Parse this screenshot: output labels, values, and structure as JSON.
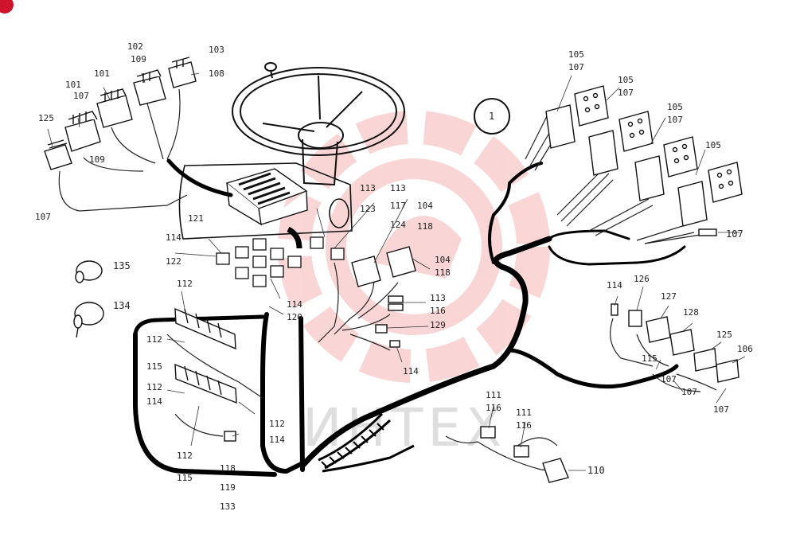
{
  "watermark": {
    "text": "ИНТЕХ",
    "color": "#f2b5b5"
  },
  "corner_badge": {
    "color": "#d0142c"
  },
  "callouts": {
    "left_top": [
      {
        "id": "c101a",
        "text": "101"
      },
      {
        "id": "c107a",
        "text": "107"
      },
      {
        "id": "c101b",
        "text": "101"
      },
      {
        "id": "c102",
        "text": "102"
      },
      {
        "id": "c109a",
        "text": "109"
      },
      {
        "id": "c103",
        "text": "103"
      },
      {
        "id": "c108",
        "text": "108"
      },
      {
        "id": "c125a",
        "text": "125"
      },
      {
        "id": "c109b",
        "text": "109"
      },
      {
        "id": "c107b",
        "text": "107"
      }
    ],
    "center": [
      {
        "id": "c121",
        "text": "121"
      },
      {
        "id": "c113a",
        "text": "113"
      },
      {
        "id": "c123",
        "text": "123"
      },
      {
        "id": "c113b",
        "text": "113"
      },
      {
        "id": "c117",
        "text": "117"
      },
      {
        "id": "c124",
        "text": "124"
      },
      {
        "id": "c104a",
        "text": "104"
      },
      {
        "id": "c118a",
        "text": "118"
      },
      {
        "id": "c114a",
        "text": "114"
      },
      {
        "id": "c122",
        "text": "122"
      },
      {
        "id": "c104b",
        "text": "104"
      },
      {
        "id": "c118b",
        "text": "118"
      },
      {
        "id": "c113c",
        "text": "113"
      },
      {
        "id": "c116a",
        "text": "116"
      },
      {
        "id": "c129",
        "text": "129"
      },
      {
        "id": "c114b",
        "text": "114"
      },
      {
        "id": "c120",
        "text": "120"
      },
      {
        "id": "c114c",
        "text": "114"
      }
    ],
    "left_panel": [
      {
        "id": "c135",
        "text": "135"
      },
      {
        "id": "c134",
        "text": "134"
      },
      {
        "id": "c112a",
        "text": "112"
      },
      {
        "id": "c112b",
        "text": "112"
      },
      {
        "id": "c115a",
        "text": "115"
      },
      {
        "id": "c112c",
        "text": "112"
      },
      {
        "id": "c114d",
        "text": "114"
      },
      {
        "id": "c112d",
        "text": "112"
      },
      {
        "id": "c114e",
        "text": "114"
      },
      {
        "id": "c112e",
        "text": "112"
      },
      {
        "id": "c115b",
        "text": "115"
      },
      {
        "id": "c118c",
        "text": "118"
      },
      {
        "id": "c119",
        "text": "119"
      },
      {
        "id": "c133",
        "text": "133"
      }
    ],
    "right": [
      {
        "id": "c105a",
        "text": "105"
      },
      {
        "id": "c107c",
        "text": "107"
      },
      {
        "id": "c105b",
        "text": "105"
      },
      {
        "id": "c107d",
        "text": "107"
      },
      {
        "id": "c105c",
        "text": "105"
      },
      {
        "id": "c107e",
        "text": "107"
      },
      {
        "id": "c105d",
        "text": "105"
      },
      {
        "id": "c107f",
        "text": "107"
      },
      {
        "id": "c114f",
        "text": "114"
      },
      {
        "id": "c126",
        "text": "126"
      },
      {
        "id": "c127",
        "text": "127"
      },
      {
        "id": "c128",
        "text": "128"
      },
      {
        "id": "c125b",
        "text": "125"
      },
      {
        "id": "c106",
        "text": "106"
      },
      {
        "id": "c115c",
        "text": "115"
      },
      {
        "id": "c107g",
        "text": "107"
      },
      {
        "id": "c107h",
        "text": "107"
      },
      {
        "id": "c107i",
        "text": "107"
      },
      {
        "id": "c111a",
        "text": "111"
      },
      {
        "id": "c116b",
        "text": "116"
      },
      {
        "id": "c111b",
        "text": "111"
      },
      {
        "id": "c116c",
        "text": "116"
      },
      {
        "id": "c110",
        "text": "110"
      }
    ],
    "circle_marker": {
      "text": "1"
    }
  }
}
